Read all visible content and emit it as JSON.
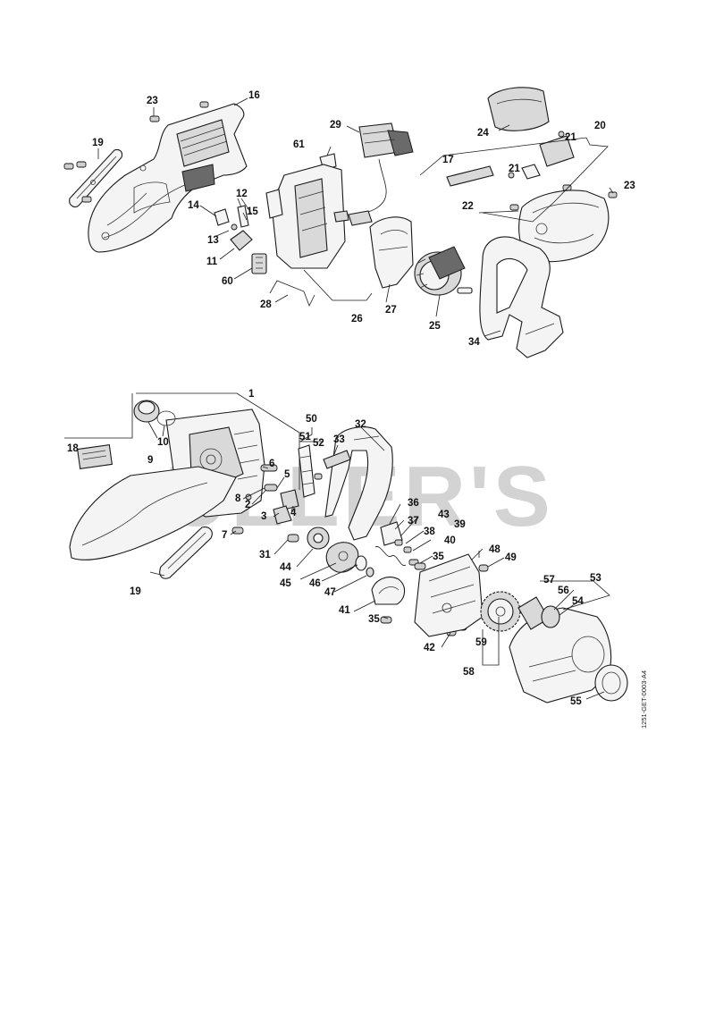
{
  "watermark": "ULLER'S",
  "reference": "1251-GET-0003-A4",
  "labels": {
    "l1": "1",
    "l2": "2",
    "l3": "3",
    "l4": "4",
    "l5": "5",
    "l6": "6",
    "l7": "7",
    "l8": "8",
    "l9": "9",
    "l10": "10",
    "l11": "11",
    "l12": "12",
    "l13": "13",
    "l14": "14",
    "l15": "15",
    "l16": "16",
    "l17": "17",
    "l18": "18",
    "l19a": "19",
    "l19b": "19",
    "l20": "20",
    "l21a": "21",
    "l21b": "21",
    "l22": "22",
    "l23a": "23",
    "l23b": "23",
    "l24": "24",
    "l25": "25",
    "l26": "26",
    "l27": "27",
    "l28": "28",
    "l29": "29",
    "l31": "31",
    "l32": "32",
    "l33": "33",
    "l34": "34",
    "l35a": "35",
    "l35b": "35",
    "l36": "36",
    "l37": "37",
    "l38": "38",
    "l39": "39",
    "l40": "40",
    "l41": "41",
    "l42": "42",
    "l43": "43",
    "l44": "44",
    "l45": "45",
    "l46": "46",
    "l47": "47",
    "l48": "48",
    "l49": "49",
    "l50": "50",
    "l51": "51",
    "l52": "52",
    "l53": "53",
    "l54": "54",
    "l55": "55",
    "l56": "56",
    "l57": "57",
    "l58": "58",
    "l59": "59",
    "l60": "60",
    "l61": "61"
  }
}
